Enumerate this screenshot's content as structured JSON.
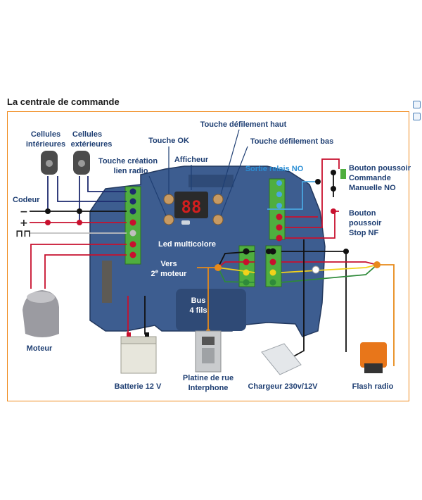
{
  "heading": "La centrale de commande",
  "labels": {
    "cellules_interieures": [
      "Cellules",
      "intérieures"
    ],
    "cellules_exterieures": [
      "Cellules",
      "extérieures"
    ],
    "codeur": "Codeur",
    "touche_ok": "Touche OK",
    "touche_creation": [
      "Touche création",
      "lien radio"
    ],
    "afficheur": "Afficheur",
    "touche_haut": "Touche défilement haut",
    "touche_bas": "Touche défilement bas",
    "sortie_relais": "Sortie relais NO",
    "bouton_commande": [
      "Bouton poussoir",
      "Commande",
      "Manuelle NO"
    ],
    "bouton_stop": [
      "Bouton",
      "poussoir",
      "Stop NF"
    ],
    "led": "Led multicolore",
    "vers_moteur_1": "Vers",
    "vers_moteur_2": "2",
    "vers_moteur_sup": "e",
    "vers_moteur_3": " moteur",
    "bus": [
      "Bus",
      "4 fils"
    ],
    "moteur": "Moteur",
    "batterie": "Batterie 12 V",
    "platine": [
      "Platine de rue",
      "Interphone"
    ],
    "chargeur": "Chargeur 230v/12V",
    "flash": "Flash radio",
    "display_digits": "88"
  },
  "symbols": {
    "minus": "−",
    "plus": "+",
    "pulse": "⊓⊓"
  },
  "colors": {
    "frame": "#f08a1c",
    "label": "#1f3f73",
    "board": "#3a5a8c",
    "wire_red": "#c8102e",
    "wire_black": "#111111",
    "wire_yellow": "#f2d21a",
    "wire_green": "#2f8a3a",
    "wire_orange": "#e88a1a",
    "terminal_green": "#4fae3f"
  }
}
